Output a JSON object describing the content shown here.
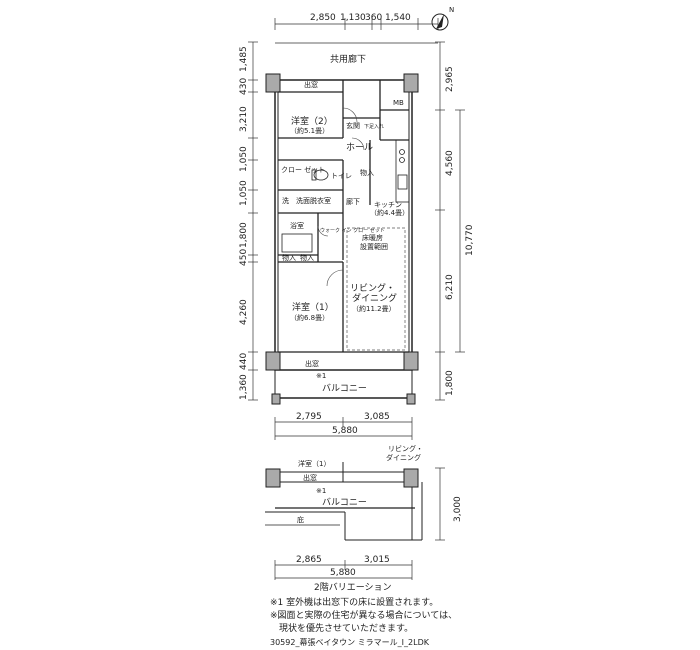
{
  "compass": {
    "north_label": "N"
  },
  "plan": {
    "corridor": "共用廊下",
    "bedroom2": {
      "name": "洋室（2）",
      "area": "（約5.1畳）"
    },
    "bedroom1": {
      "name": "洋室（1）",
      "area": "（約6.8畳）"
    },
    "window_top": "出窓",
    "window_bottom": "出窓",
    "entrance": "玄関",
    "shoe_storage": "下足入れ",
    "mb": "MB",
    "hall": "ホール",
    "closet": "クロー ゼット",
    "toilet": "トイレ",
    "storage": "物入",
    "washroom": "洗面脱衣室",
    "wash": "洗",
    "hallway": "廊下",
    "kitchen": {
      "name": "キッチン",
      "area": "（約4.4畳）"
    },
    "bath": "浴室",
    "walkin": "ウォーク イン クロー ゼット",
    "storage1": "物入",
    "storage2": "物入",
    "floor_heating": [
      "床暖房",
      "設置範囲"
    ],
    "living": {
      "name1": "リビング・",
      "name2": "ダイニング",
      "area": "（約11.2畳）"
    },
    "note_mark": "※1",
    "balcony": "バルコニー",
    "dims_top": [
      "2,850",
      "1,130",
      "360",
      "1,540"
    ],
    "dims_left": [
      "1,485",
      "430",
      "3,210",
      "1,050",
      "1,050",
      "1,800",
      "450",
      "4,260",
      "440",
      "1,360"
    ],
    "dims_right": [
      "2,965",
      "4,560",
      "10,770",
      "6,210",
      "1,800"
    ],
    "dims_bottom": [
      "2,795",
      "3,085",
      "5,880"
    ]
  },
  "variation": {
    "living": [
      "リビング・",
      "ダイニング"
    ],
    "bedroom": "洋室（1）",
    "window": "出窓",
    "note_mark": "※1",
    "balcony": "バルコニー",
    "eave": "庇",
    "dim_right": "3,000",
    "dims_bottom": [
      "2,865",
      "3,015",
      "5,880"
    ],
    "title": "2階バリエーション"
  },
  "notes": [
    "※1 室外機は出窓下の床に設置されます。",
    "※図面と実際の住宅が異なる場合については、",
    "　現状を優先させていただきます。"
  ],
  "code": "30592_幕張ベイタウン ミラマール_I_2LDK"
}
